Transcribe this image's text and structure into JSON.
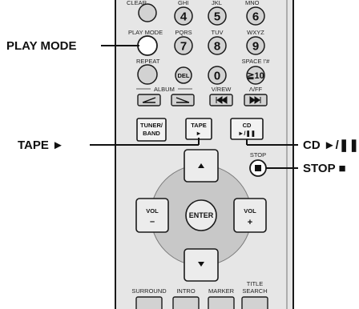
{
  "callouts": {
    "play_mode": "PLAY MODE",
    "tape": "TAPE ►",
    "cd": "CD ►/❚❚",
    "stop": "STOP ■"
  },
  "keys": {
    "top_labels": [
      "CLEAR",
      "GHI",
      "JKL",
      "MNO"
    ],
    "row2_digits": [
      "4",
      "5",
      "6"
    ],
    "row3_labels": [
      "PLAY MODE",
      "PQRS",
      "TUV",
      "WXYZ"
    ],
    "row3_digits": [
      "7",
      "8",
      "9"
    ],
    "row4_labels": [
      "REPEAT",
      "SPACE !'#"
    ],
    "del": "DEL",
    "zero": "0",
    "ten": "≧10",
    "album": "ALBUM",
    "rew": "V/REW",
    "ff": "Λ/FF",
    "tuner_band": [
      "TUNER/",
      "BAND"
    ],
    "tape": [
      "TAPE",
      "►"
    ],
    "cd": [
      "CD",
      "►/❚❚"
    ],
    "stop": "STOP",
    "vol_minus": [
      "VOL",
      "–"
    ],
    "vol_plus": [
      "VOL",
      "+"
    ],
    "enter": "ENTER",
    "bottom_labels": [
      "SURROUND",
      "INTRO",
      "MARKER",
      "TITLE",
      "SEARCH"
    ]
  },
  "colors": {
    "body": "#e6e6e6",
    "button": "#d2d2d2",
    "outline": "#1a1a1a",
    "dpad": "#c8c8c8"
  }
}
